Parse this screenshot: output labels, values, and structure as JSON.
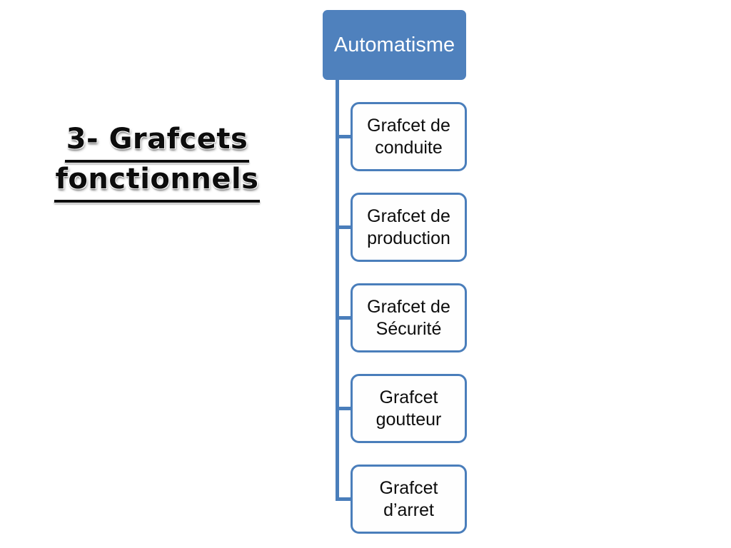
{
  "slide": {
    "background_color": "#ffffff",
    "title": {
      "line1": "3- Grafcets",
      "line2": "fonctionnels",
      "text_color": "#0d0d0d",
      "underlined": true
    }
  },
  "org_chart": {
    "root": {
      "label": "Automatisme",
      "fill_color": "#4f81bd",
      "text_color": "#ffffff"
    },
    "connector_color": "#4a7ebb",
    "children": [
      {
        "label": "Grafcet de conduite"
      },
      {
        "label": "Grafcet de production"
      },
      {
        "label": "Grafcet de Sécurité"
      },
      {
        "label": "Grafcet goutteur"
      },
      {
        "label": "Grafcet d’arret"
      }
    ],
    "child_style": {
      "fill_color": "#fefefe",
      "border_color": "#4a7ebb",
      "text_color": "#0d0d0d"
    }
  }
}
